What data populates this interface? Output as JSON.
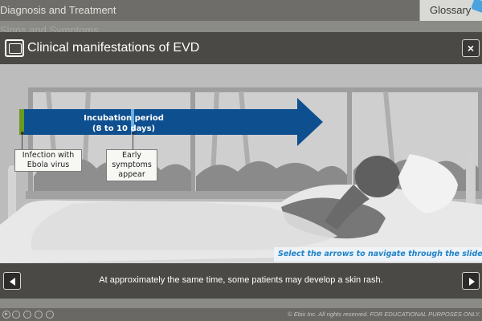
{
  "page": {
    "section_title": "Diagnosis and Treatment",
    "subsection_title": "Signs and Symptoms",
    "glossary_tab": "Glossary",
    "copyright": "© Ebix Inc. All rights reserved. FOR EDUCATIONAL PURPOSES ONLY."
  },
  "modal": {
    "title": "Clinical manifestations of EVD",
    "close_label": "×",
    "caption": "At approximately the same time, some patients may develop a skin rash.",
    "hint": "Select the arrows to navigate through the slideshow."
  },
  "timeline": {
    "period_title": "Incubation period",
    "period_duration": "(8 to 10 days)",
    "start_line1": "Infection with",
    "start_line2": "Ebola virus",
    "end_line1": "Early",
    "end_line2": "symptoms",
    "end_line3": "appear"
  },
  "colors": {
    "arrow": "#0d4f8f",
    "infection_marker": "#6b9a1f",
    "symptom_marker": "#6ab0e6",
    "hint_text": "#1e82c8"
  },
  "icons": {
    "modal": "slides-icon",
    "close": "close-icon",
    "prev": "arrow-left-icon",
    "next": "arrow-right-icon"
  }
}
